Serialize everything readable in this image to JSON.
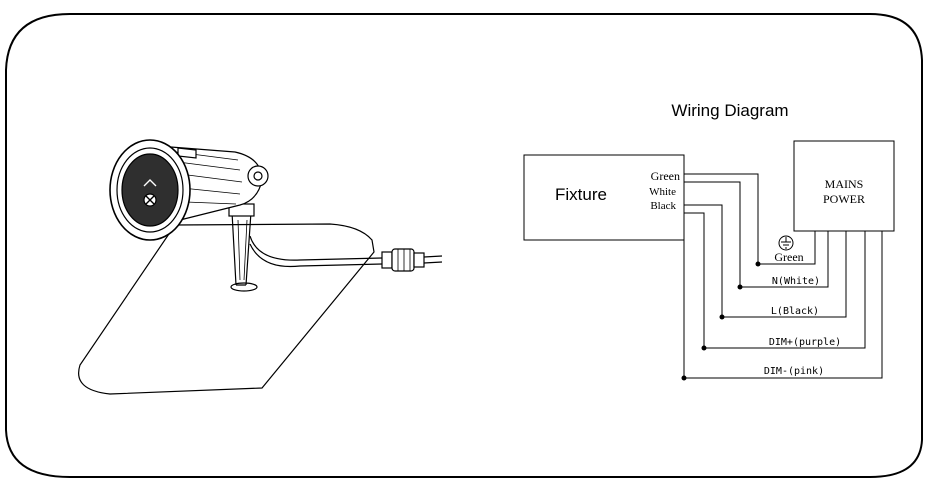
{
  "diagram": {
    "title": "Wiring Diagram",
    "fixture": {
      "label": "Fixture",
      "terminals": [
        "Green",
        "White",
        "Black"
      ]
    },
    "mains": {
      "line1": "MAINS",
      "line2": "POWER"
    },
    "ground_label": "Green",
    "wires": [
      {
        "label": "N(White)"
      },
      {
        "label": "L(Black)"
      },
      {
        "label": "DIM+(purple)"
      },
      {
        "label": "DIM-(pink)"
      }
    ]
  }
}
